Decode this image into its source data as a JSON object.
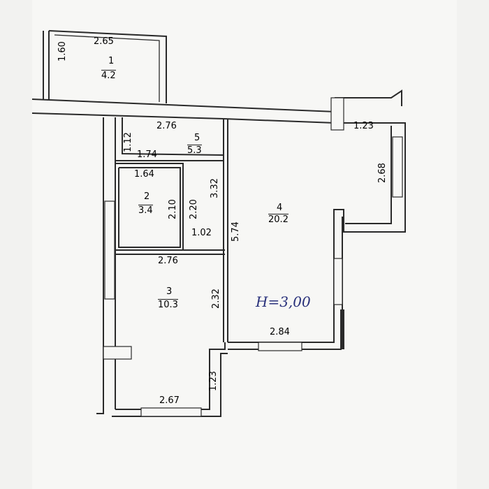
{
  "rooms": [
    {
      "number": "1",
      "area": "4.2"
    },
    {
      "number": "2",
      "area": "3.4"
    },
    {
      "number": "3",
      "area": "10.3"
    },
    {
      "number": "4",
      "area": "20.2"
    },
    {
      "number": "5",
      "area": "5.3"
    }
  ],
  "dimensions": [
    "2.65",
    "1.60",
    "2.76",
    "1.12",
    "1.74",
    "1.64",
    "2.10",
    "2.20",
    "3.32",
    "1.02",
    "2.76",
    "2.32",
    "5.74",
    "1.23",
    "2.68",
    "2.84",
    "1.23",
    "2.67"
  ],
  "annotation": "H=3,00"
}
